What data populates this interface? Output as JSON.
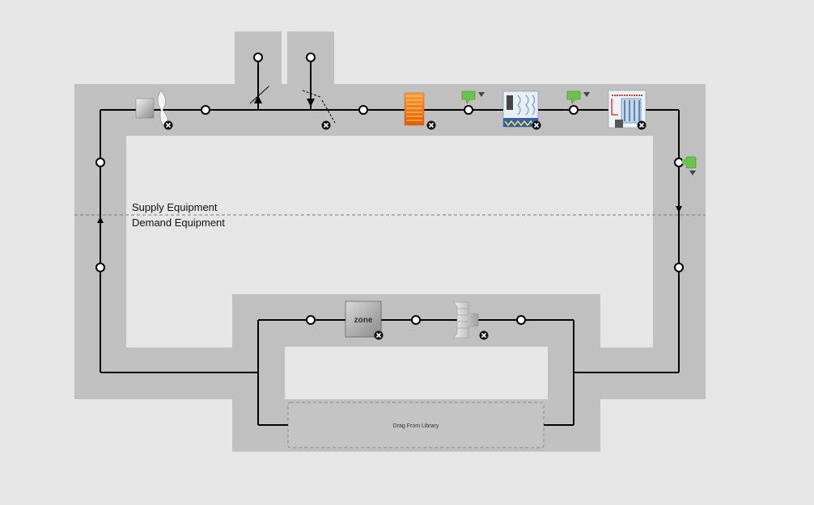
{
  "canvas": {
    "background": "#e6e6e6",
    "region_fill": "#c0c0c0",
    "line_color": "#000000"
  },
  "labels": {
    "supply_equipment": "Supply Equipment",
    "demand_equipment": "Demand Equipment",
    "drag_from_library": "Drag From Library",
    "zone": "zone"
  },
  "supply_components": [
    {
      "name": "supply-fan",
      "icon": "fan-icon"
    },
    {
      "name": "relief-damper",
      "icon": "damper-icon"
    },
    {
      "name": "outdoor-air-damper",
      "icon": "damper-icon"
    },
    {
      "name": "heating-coil",
      "icon": "heating-coil-icon"
    },
    {
      "name": "setpoint-manager-1",
      "icon": "setpoint-manager-icon"
    },
    {
      "name": "evaporative-cooler",
      "icon": "evaporative-cooler-icon"
    },
    {
      "name": "setpoint-manager-2",
      "icon": "setpoint-manager-icon"
    },
    {
      "name": "heat-exchanger-unit",
      "icon": "heat-exchanger-icon"
    },
    {
      "name": "outlet-setpoint-manager",
      "icon": "setpoint-manager-icon"
    }
  ],
  "demand_components": [
    {
      "name": "thermal-zone",
      "icon": "zone-icon"
    },
    {
      "name": "air-terminal",
      "icon": "air-terminal-icon"
    }
  ]
}
